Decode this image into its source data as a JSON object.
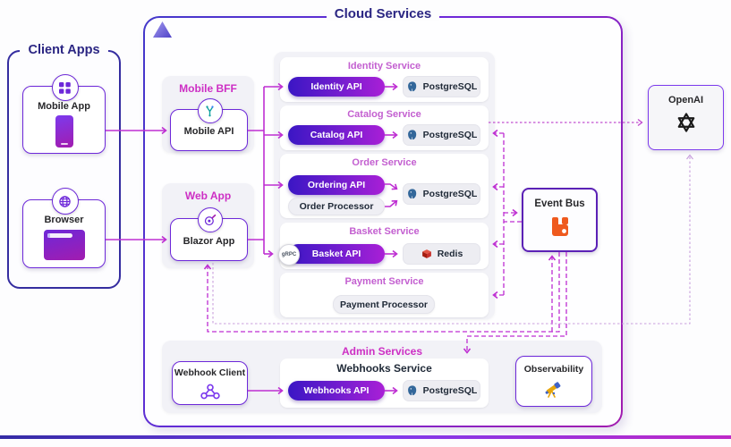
{
  "client_apps": {
    "title": "Client Apps",
    "mobile_app_label": "Mobile App",
    "browser_label": "Browser"
  },
  "cloud": {
    "title": "Cloud Services",
    "mobile_bff": {
      "header": "Mobile BFF",
      "api_label": "Mobile API"
    },
    "web_app": {
      "header": "Web App",
      "app_label": "Blazor App"
    },
    "services": [
      {
        "header": "Identity Service",
        "api": "Identity API",
        "store": "PostgreSQL"
      },
      {
        "header": "Catalog Service",
        "api": "Catalog API",
        "store": "PostgreSQL"
      },
      {
        "header": "Order Service",
        "api": "Ordering API",
        "processor": "Order Processor",
        "store": "PostgreSQL"
      },
      {
        "header": "Basket Service",
        "api": "Basket API",
        "api_badge": "gRPC",
        "store": "Redis"
      },
      {
        "header": "Payment Service",
        "processor": "Payment Processor"
      }
    ],
    "event_bus_label": "Event Bus",
    "admin": {
      "header": "Admin Services",
      "webhook_client_label": "Webhook Client",
      "webhooks_service_title": "Webhooks Service",
      "webhooks_api": "Webhooks API",
      "webhooks_store": "PostgreSQL",
      "observability_label": "Observability"
    }
  },
  "external": {
    "openai_label": "OpenAI"
  },
  "icons": {
    "triangle-logo": "purple gradient triangle",
    "app-grid-icon": "grid of app squares",
    "globe-icon": "globe",
    "maui-icon": "teal Y-shaped .NET MAUI mark",
    "blazor-icon": "purple swirl",
    "postgresql-icon": "blue elephant",
    "redis-icon": "red cube",
    "rabbitmq-icon": "orange rabbit mark",
    "openai-icon": "black knot mark",
    "webhook-icon": "purple webhook nodes",
    "observability-icon": "telescope"
  },
  "colors": {
    "accent_magenta": "#BE2ED2",
    "indigo_dark": "#2B2683",
    "purple_border": "#6D28D9",
    "api_gradient": "#3B16C4 → #A91FD6",
    "rabbitmq_orange": "#EF5A1E",
    "redis_red": "#C6302B",
    "postgres_blue": "#33679A"
  }
}
